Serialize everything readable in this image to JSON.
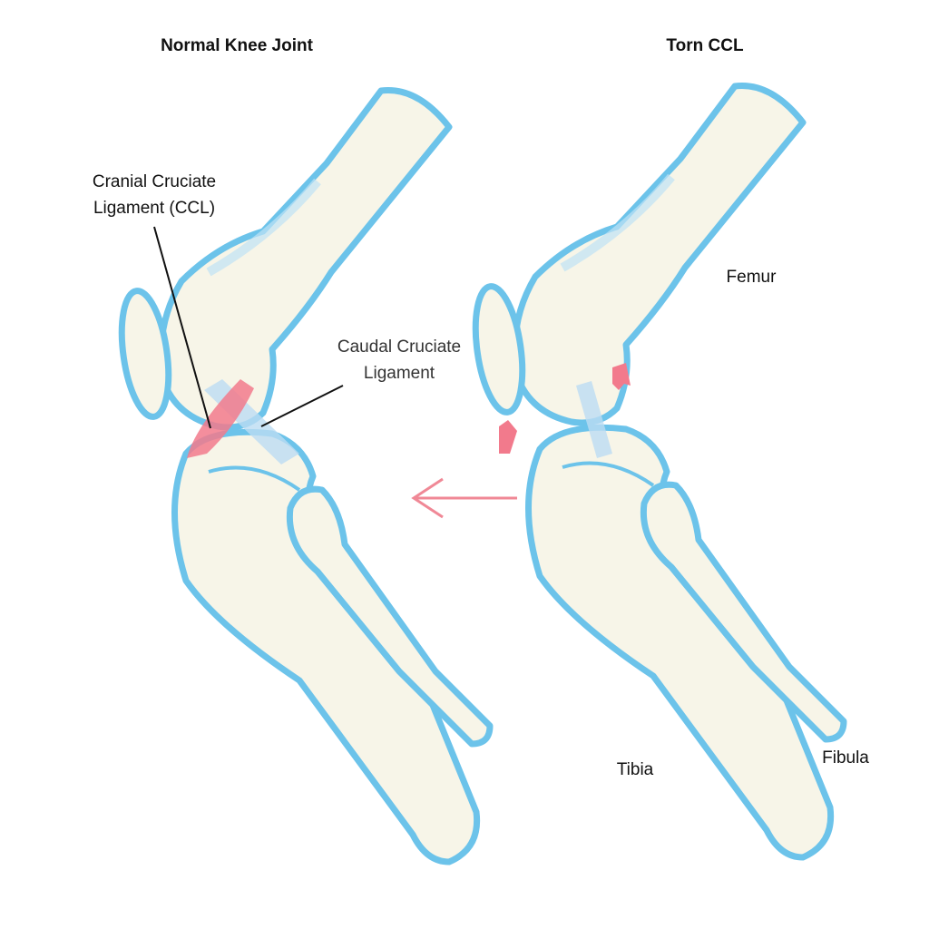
{
  "titles": {
    "normal": "Normal Knee Joint",
    "torn": "Torn CCL"
  },
  "labels": {
    "ccl_line1": "Cranial Cruciate",
    "ccl_line2": "Ligament (CCL)",
    "caudal_line1": "Caudal Cruciate",
    "caudal_line2": "Ligament",
    "femur": "Femur",
    "tibia": "Tibia",
    "fibula": "Fibula"
  },
  "colors": {
    "bone_fill": "#f7f5e8",
    "bone_outline": "#6cc3ea",
    "ccl": "#f27a8c",
    "caudal": "#bcdcf2",
    "arrow": "#f08896"
  }
}
